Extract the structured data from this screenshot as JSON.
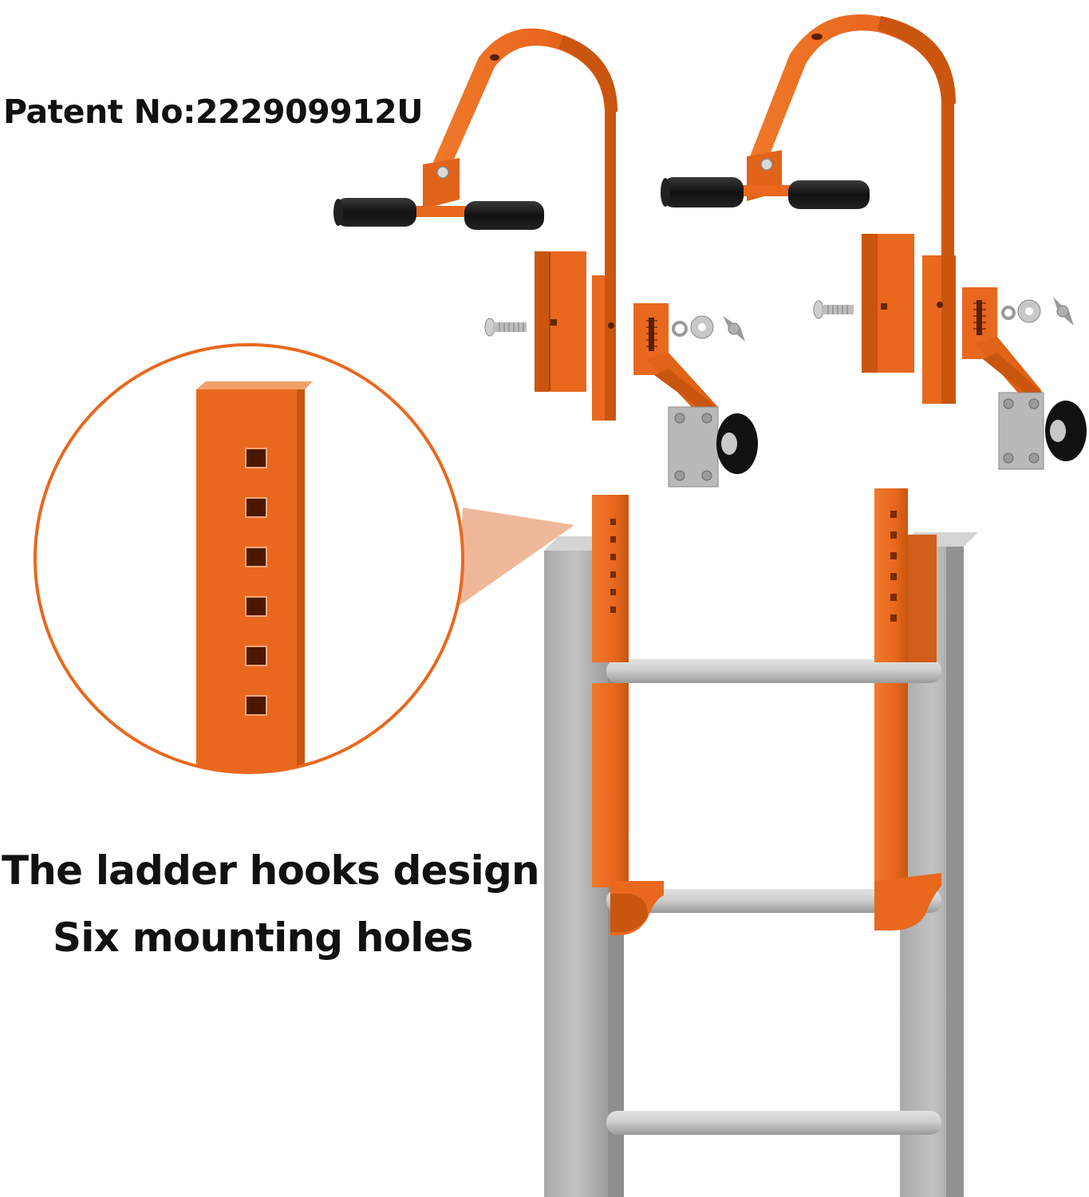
{
  "patent_text": "Patent No:222909912U",
  "caption": {
    "line1": "The ladder hooks design",
    "line2": "Six mounting holes"
  },
  "colors": {
    "orange": "#E8681E",
    "orange_dark": "#C9550F",
    "ladder_gray": "#B5B5B5",
    "rung_silver": "#C9C9C9",
    "text": "#111111"
  },
  "product": {
    "mounting_holes_count": 6
  }
}
